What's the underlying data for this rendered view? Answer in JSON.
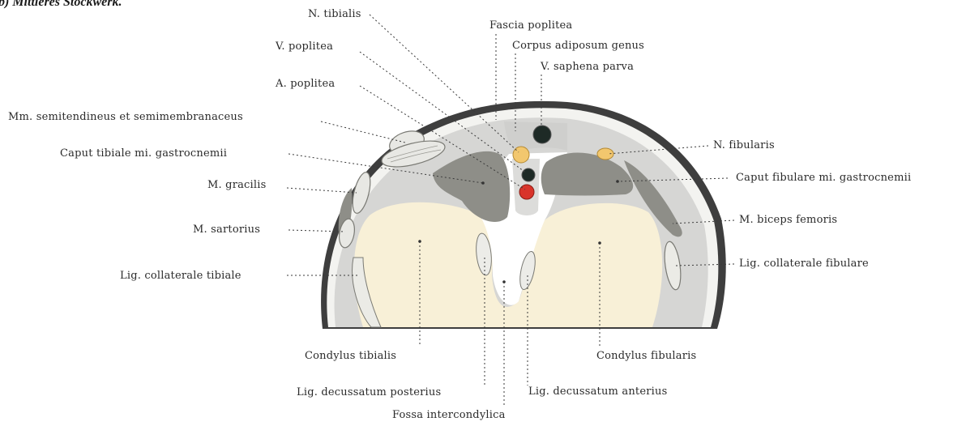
{
  "heading": "b) Mittleres Stockwerk.",
  "labels": {
    "n_tibialis": "N. tibialis",
    "fascia_poplitea": "Fascia poplitea",
    "corpus_adiposum": "Corpus adiposum genus",
    "v_poplitea": "V. poplitea",
    "v_saphena_parva": "V. saphena parva",
    "a_poplitea": "A. poplitea",
    "mm_semitendineus": "Mm. semitendineus et semimembranaceus",
    "n_fibularis": "N. fibularis",
    "caput_tibiale": "Caput tibiale mi. gastrocnemii",
    "caput_fibulare": "Caput fibulare mi. gastrocnemii",
    "m_gracilis": "M. gracilis",
    "m_biceps": "M. biceps femoris",
    "m_sartorius": "M. sartorius",
    "lig_coll_fibulare": "Lig. collaterale fibulare",
    "lig_coll_tibiale": "Lig. collaterale tibiale",
    "condylus_tibialis": "Condylus tibialis",
    "condylus_fibularis": "Condylus fibularis",
    "lig_dec_posterius": "Lig. decussatum posterius",
    "lig_dec_anterius": "Lig. decussatum anterius",
    "fossa_intercondylica": "Fossa intercondylica"
  },
  "colors": {
    "skin": "#3a3a3a",
    "fascia": "#d6d6d6",
    "muscle": "#8c8c86",
    "bone": "#f7efd6",
    "nerve": "#f2c76e",
    "artery": "#d9342b",
    "vein": "#1e2a26"
  }
}
